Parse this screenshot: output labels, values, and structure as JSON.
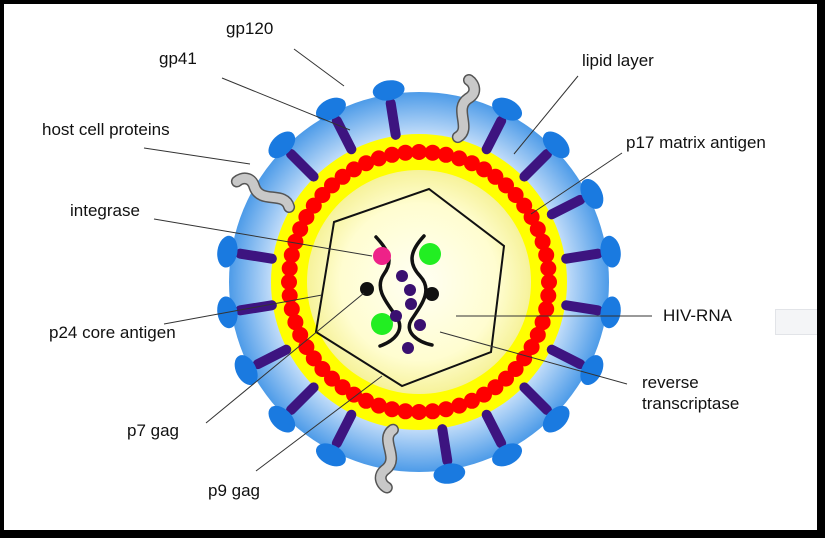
{
  "labels": {
    "gp120": "gp120",
    "gp41": "gp41",
    "host_cell_proteins": "host cell proteins",
    "integrase": "integrase",
    "p24_core_antigen": "p24 core antigen",
    "p7_gag": "p7 gag",
    "p9_gag": "p9 gag",
    "lipid_layer": "lipid layer",
    "p17_matrix_antigen": "p17 matrix antigen",
    "hiv_rna": "HIV-RNA",
    "reverse_transcriptase": [
      "reverse",
      "transcriptase"
    ]
  },
  "colors": {
    "outer_halo": "#4d9be8",
    "lipid_light": "#eaf4ff",
    "matrix_yellow": "#ffff00",
    "core_light": "#fefee8",
    "matrix_bead": "#ff0000",
    "gp120": "#1a7ae0",
    "gp41": "#3d1480",
    "host_protein": "#c8c8c8",
    "integrase": "#ee2288",
    "p7_nucleocapsid": "#22ee22",
    "enzyme_dot": "#3a1070",
    "leader_line": "#333333"
  }
}
